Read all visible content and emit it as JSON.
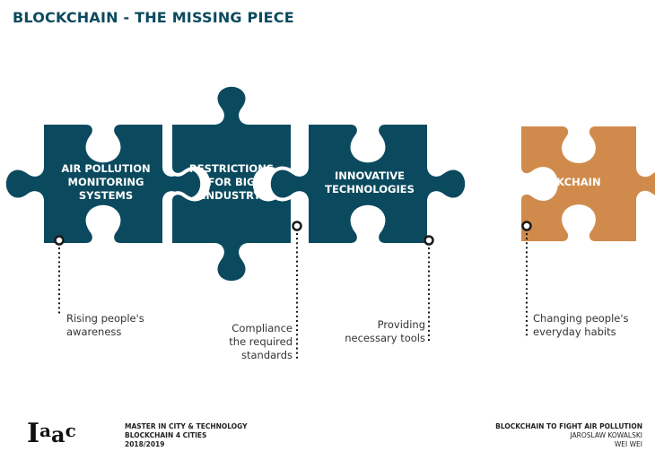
{
  "title": "BLOCKCHAIN - THE MISSING PIECE",
  "colors": {
    "teal": "#0b4a5e",
    "orange": "#d08b4c"
  },
  "pieces": [
    {
      "label": "AIR POLLUTION MONITORING SYSTEMS",
      "note": "Rising people's awareness"
    },
    {
      "label": "RESTRICTIONS FOR BIG INDUSTRY",
      "note": "Compliance the required standards"
    },
    {
      "label": "INNOVATIVE TECHNOLOGIES",
      "note": "Providing necessary tools"
    },
    {
      "label": "BLOCKCHAIN",
      "note": "Changing people's everyday habits"
    }
  ],
  "footer": {
    "logo": "Iaac",
    "left": [
      "MASTER IN CITY & TECHNOLOGY",
      "BLOCKCHAIN 4 CITIES",
      "2018/2019"
    ],
    "right": [
      "BLOCKCHAIN TO FIGHT AIR POLLUTION",
      "JAROSLAW KOWALSKI",
      "WEI WEI"
    ]
  }
}
